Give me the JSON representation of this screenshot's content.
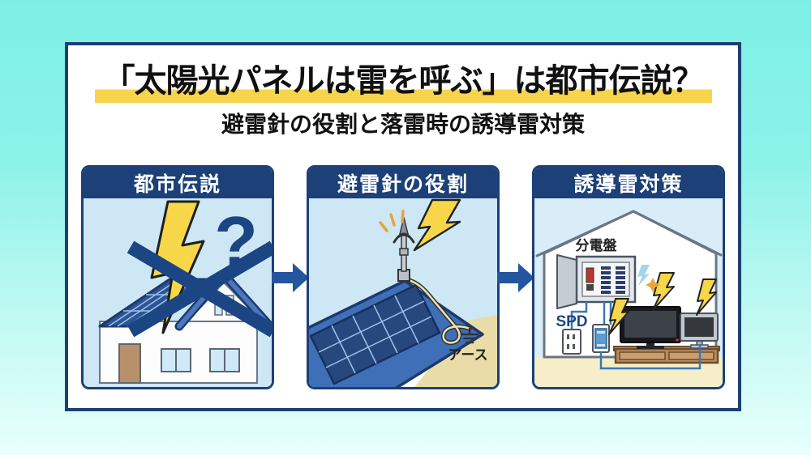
{
  "header": {
    "title": "「太陽光パネルは雷を呼ぶ」は都市伝説？",
    "subtitle": "避雷針の役割と落雷時の誘導雷対策",
    "highlight_color": "#f8d44c"
  },
  "panels": [
    {
      "label": "都市伝説"
    },
    {
      "label": "避雷針の役割",
      "ground_label": "アース"
    },
    {
      "label": "誘導雷対策",
      "board_label": "分電盤",
      "spd_label": "SPD"
    }
  ],
  "colors": {
    "background_top": "#7df0e6",
    "background_bottom": "#e9fffc",
    "card_border": "#1d3f74",
    "panel_header": "#1c4077",
    "arrow": "#2456a0",
    "lightning_yellow": "#f8d64a",
    "cross_navy": "#1c4584",
    "sky_blue": "#cde7f5",
    "ground_beige": "#e9dca6",
    "floor_beige": "#f5eec9",
    "roof_blue": "#3f6fb7",
    "solar_panel_blue": "#2c5496"
  },
  "icons": [
    "lightning-bolt-icon",
    "question-mark-icon",
    "cross-x-icon",
    "house-icon",
    "solar-panel-icon",
    "lightning-rod-icon",
    "earth-ground-icon",
    "arrow-right-icon",
    "distribution-board-icon",
    "outlet-icon",
    "spd-tap-icon",
    "tv-icon",
    "monitor-icon",
    "tv-stand-icon",
    "spark-icon"
  ]
}
